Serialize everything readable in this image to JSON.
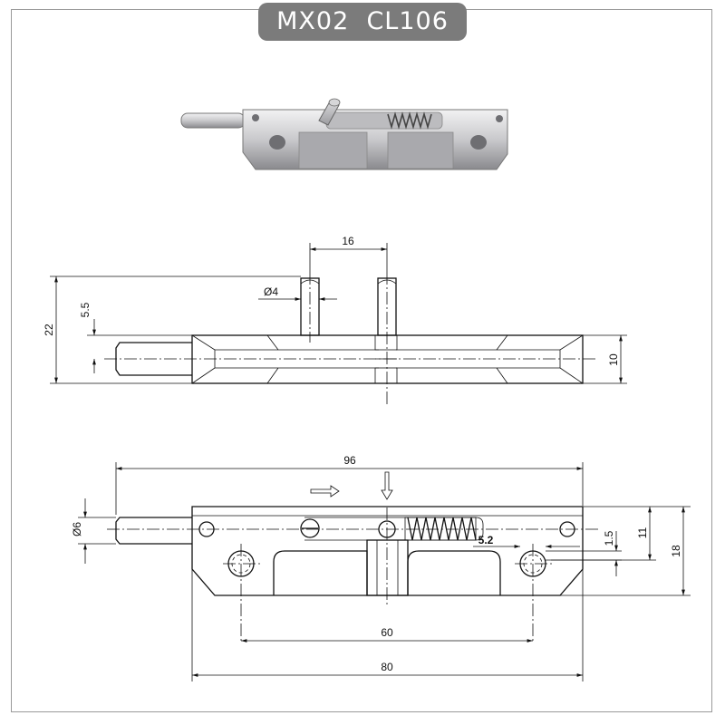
{
  "title": "MX02  CL106",
  "colors": {
    "title_bg": "#7b7b7b",
    "title_text": "#ffffff",
    "frame": "#9a9a9a",
    "line": "#111111",
    "metal_light": "#e2e2e4",
    "metal_dark": "#8a8a8e"
  },
  "dimensions": {
    "pin_spacing": "16",
    "pin_dia": "Ø4",
    "pin_offset": "5.5",
    "total_height": "22",
    "body_height": "10",
    "overall_length": "96",
    "shaft_dia": "Ø6",
    "slot_width": "5.2",
    "step": "1.5",
    "center_height": "11",
    "plate_height": "18",
    "hole_spacing": "60",
    "plate_length": "80"
  }
}
